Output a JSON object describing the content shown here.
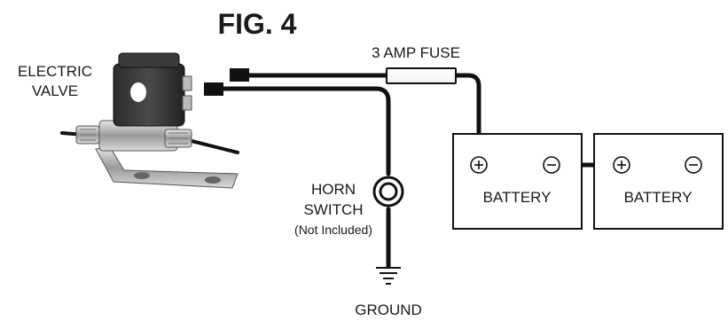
{
  "figure": {
    "title": "FIG. 4"
  },
  "labels": {
    "valve_line1": "ELECTRIC",
    "valve_line2": "VALVE",
    "fuse": "3 AMP FUSE",
    "horn_line1": "HORN",
    "horn_line2": "SWITCH",
    "horn_note": "(Not Included)",
    "ground": "GROUND",
    "battery_left": "BATTERY",
    "battery_right": "BATTERY"
  },
  "icons": {
    "valve": "solenoid-valve-photo",
    "fuse": "inline-fuse",
    "horn_switch": "push-button-switch",
    "ground": "ground-symbol",
    "positive": "plus-terminal",
    "negative": "minus-terminal"
  },
  "colors": {
    "wire": "#111111",
    "text": "#1a1a1a",
    "background": "#ffffff"
  }
}
